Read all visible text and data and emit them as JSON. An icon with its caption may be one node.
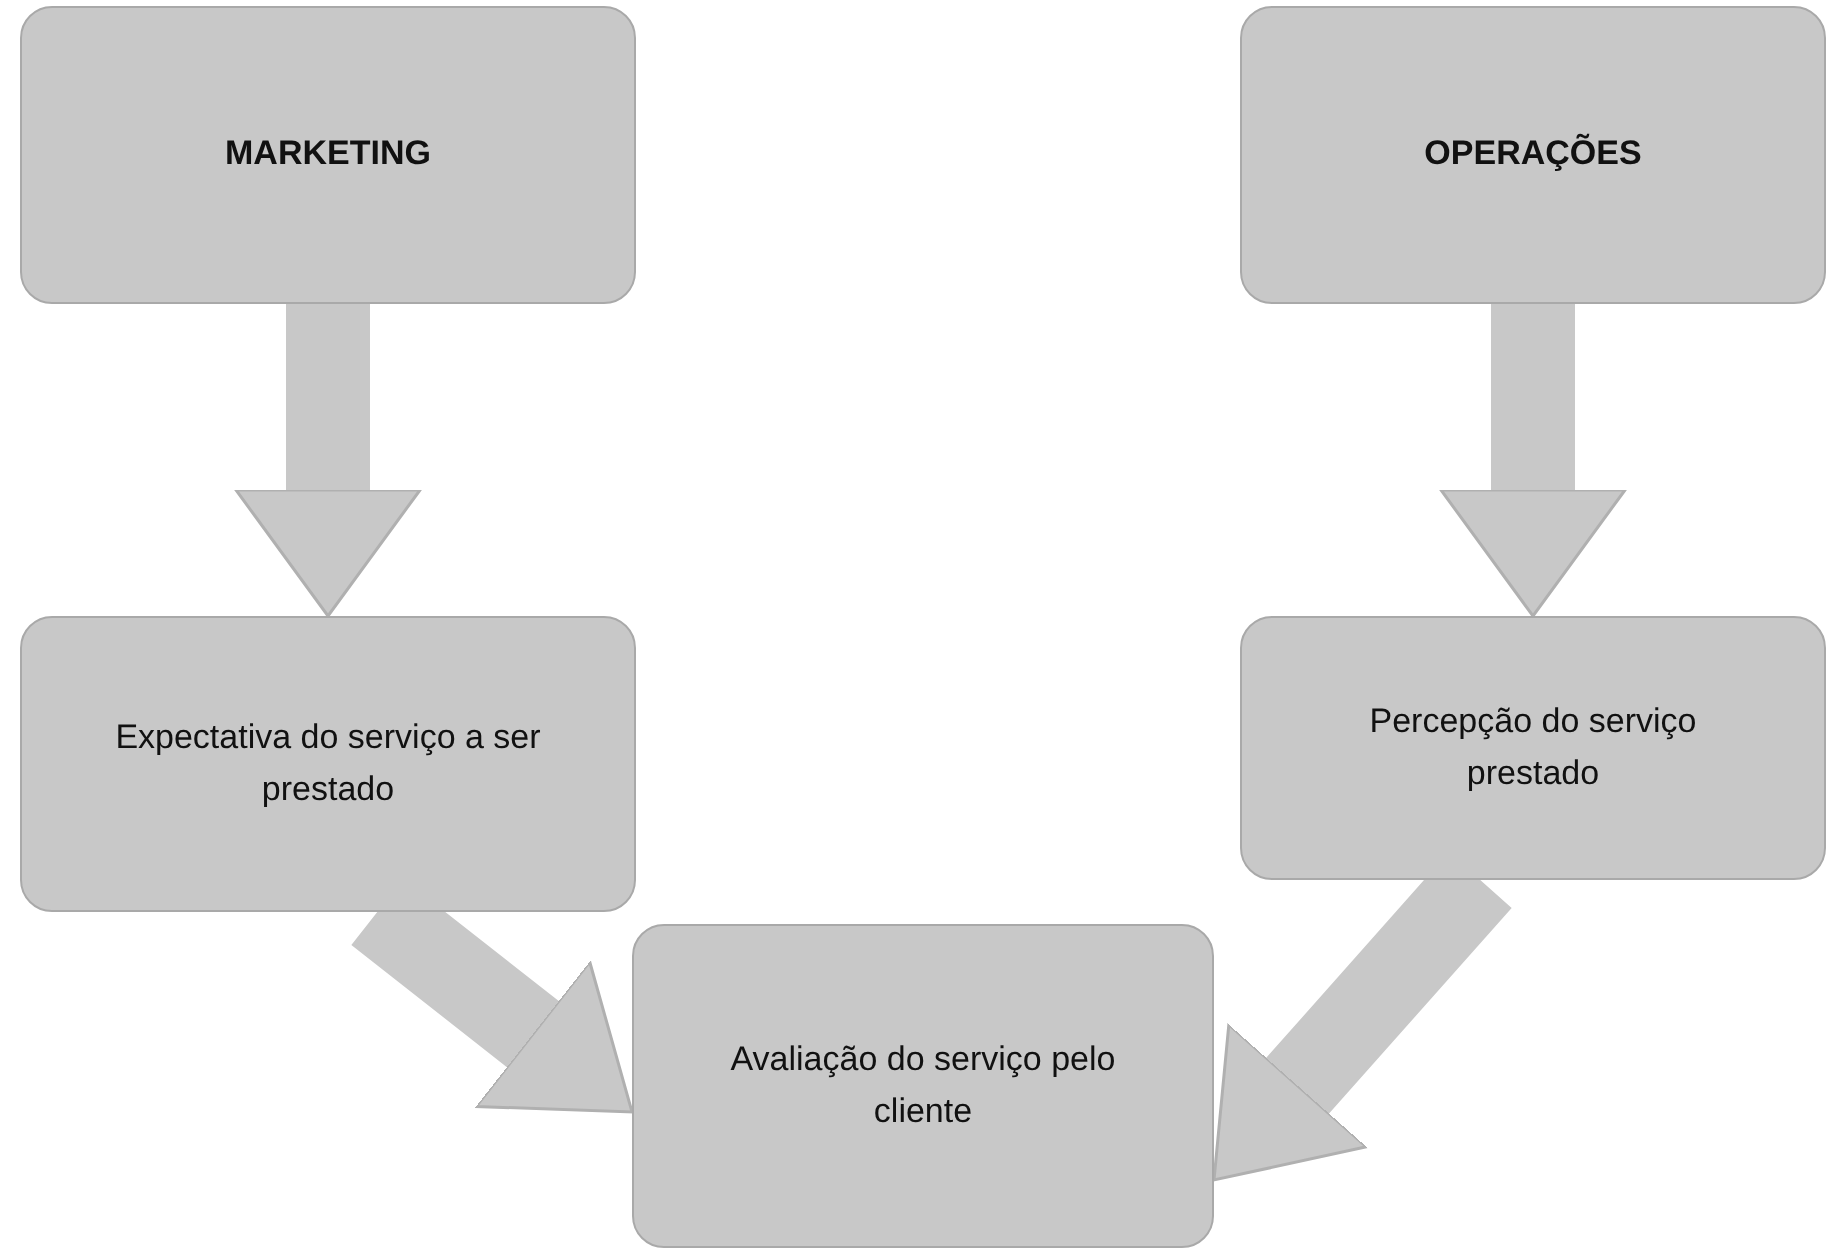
{
  "diagram": {
    "nodes": [
      {
        "text": [
          "MARKETING"
        ]
      },
      {
        "text": [
          "OPERAÇÕES"
        ]
      },
      {
        "text": [
          "Expectativa do serviço a ser prestado"
        ]
      },
      {
        "text": [
          "Percepção do serviço prestado"
        ]
      },
      {
        "text": [
          "Avaliação do serviço pelo cliente"
        ]
      }
    ],
    "edges": [
      {
        "from": 0,
        "to": 2,
        "arrow": "to"
      },
      {
        "from": 1,
        "to": 3,
        "arrow": "to"
      },
      {
        "from": 2,
        "to": 4,
        "arrow": "to"
      },
      {
        "from": 3,
        "to": 4,
        "arrow": "to"
      }
    ]
  }
}
